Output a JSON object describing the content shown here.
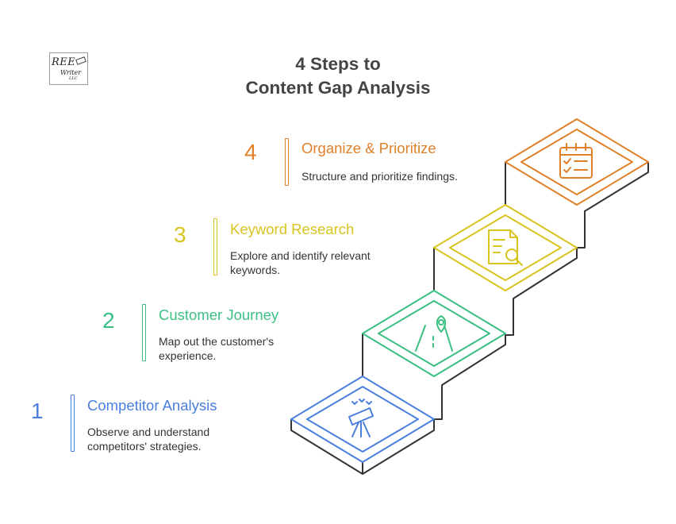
{
  "logo": {
    "line1": "REE",
    "line2": "Writer",
    "line3": "LLC"
  },
  "title": {
    "line1": "4 Steps to",
    "line2": "Content Gap Analysis"
  },
  "colors": {
    "step1": "#4a7fde",
    "step2": "#3bbf83",
    "step3": "#d9c420",
    "step4": "#e0812a",
    "outline": "#333333"
  },
  "steps": [
    {
      "number": "1",
      "heading": "Competitor Analysis",
      "desc_line1": "Observe and understand",
      "desc_line2": "competitors' strategies.",
      "icon": "telescope-icon"
    },
    {
      "number": "2",
      "heading": "Customer Journey",
      "desc_line1": "Map out the customer's",
      "desc_line2": "experience.",
      "icon": "road-map-pin-icon"
    },
    {
      "number": "3",
      "heading": "Keyword Research",
      "desc_line1": "Explore and identify relevant",
      "desc_line2": "keywords.",
      "icon": "document-search-icon"
    },
    {
      "number": "4",
      "heading": "Organize & Prioritize",
      "desc_line1": "Structure and prioritize findings.",
      "desc_line2": "",
      "icon": "checklist-icon"
    }
  ]
}
